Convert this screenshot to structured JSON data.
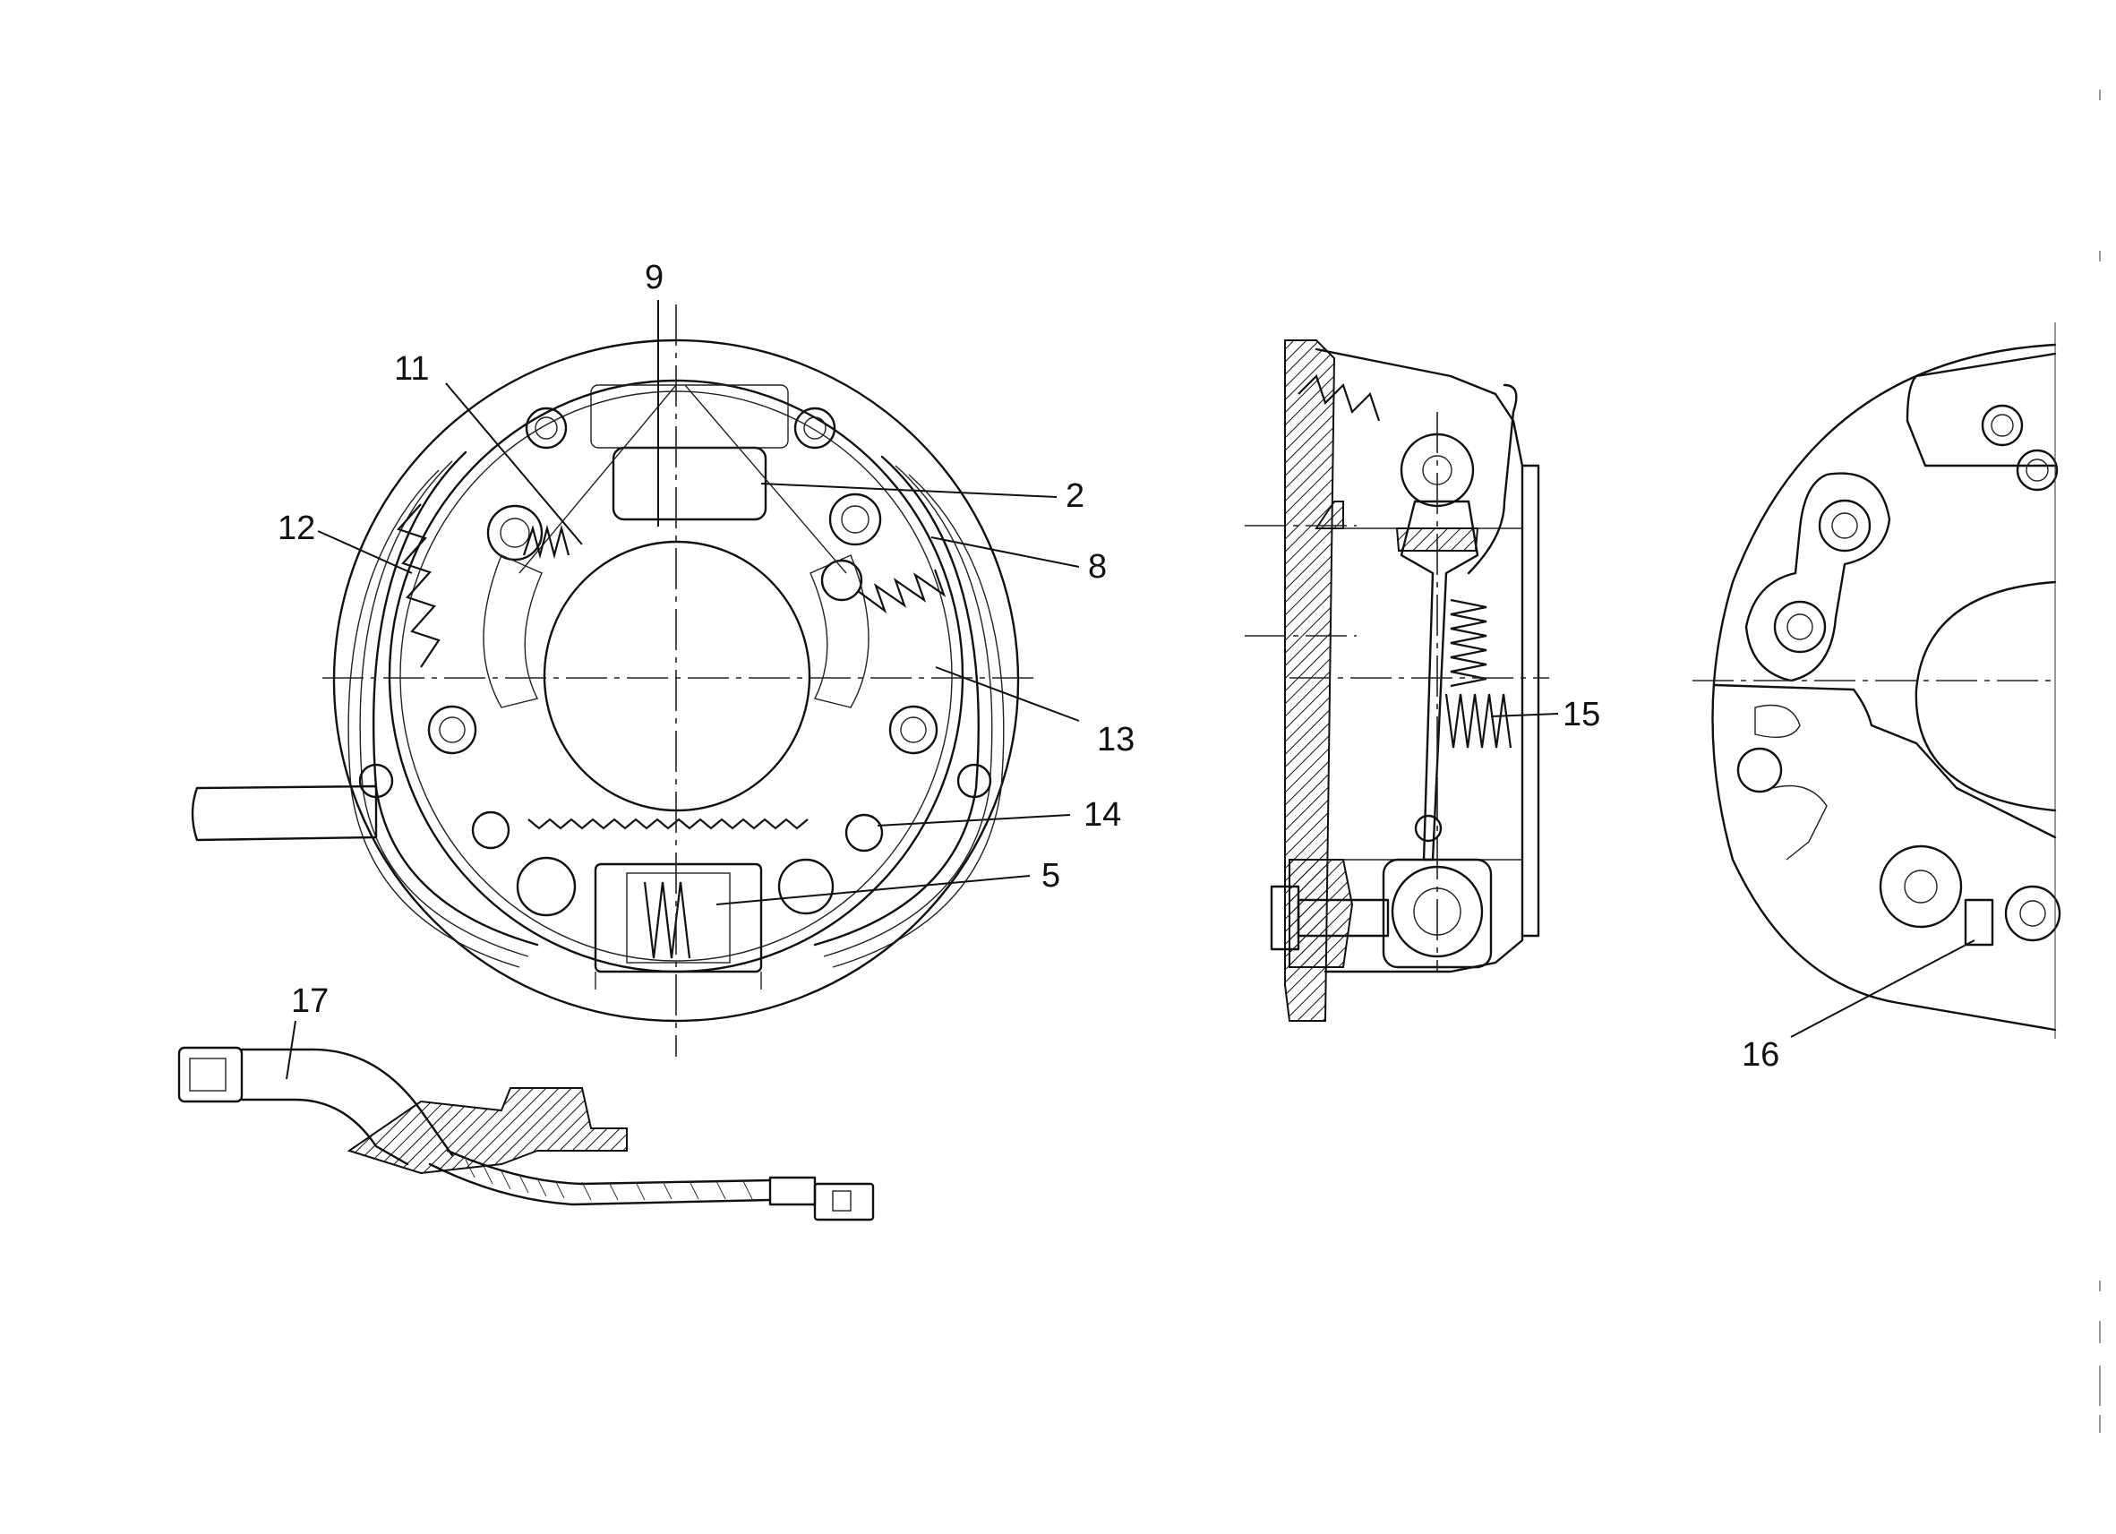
{
  "callouts": [
    {
      "id": "9",
      "text": "9"
    },
    {
      "id": "11",
      "text": "11"
    },
    {
      "id": "12",
      "text": "12"
    },
    {
      "id": "2",
      "text": "2"
    },
    {
      "id": "8",
      "text": "8"
    },
    {
      "id": "13",
      "text": "13"
    },
    {
      "id": "14",
      "text": "14"
    },
    {
      "id": "5",
      "text": "5"
    },
    {
      "id": "17",
      "text": "17"
    },
    {
      "id": "15",
      "text": "15"
    },
    {
      "id": "16",
      "text": "16"
    }
  ]
}
